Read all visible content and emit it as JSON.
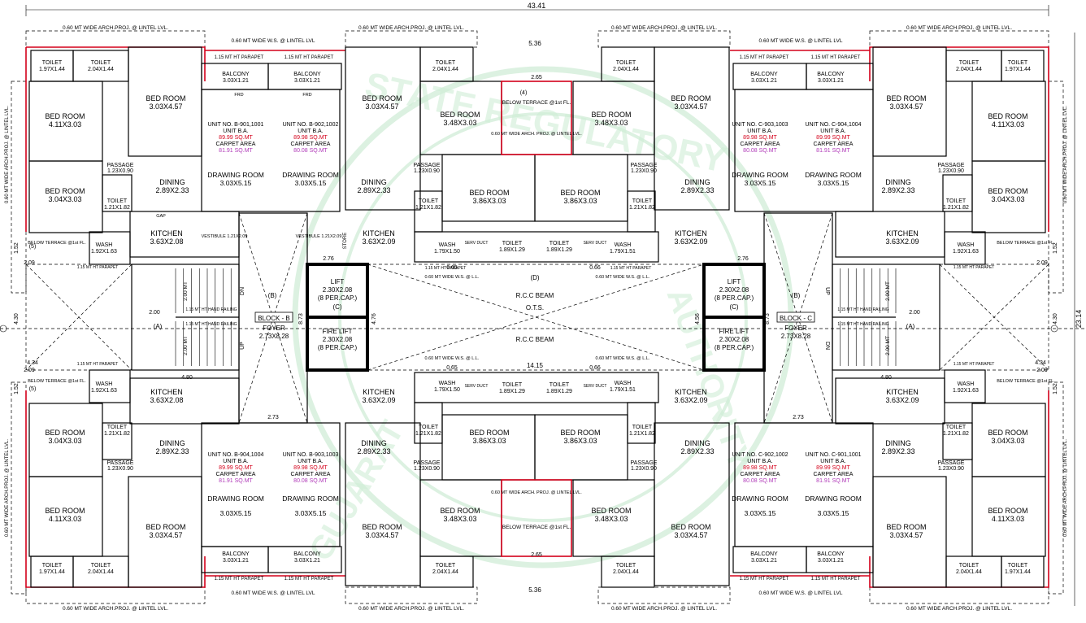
{
  "colors": {
    "wall": "#000000",
    "red_line": "#d4001a",
    "carpet_area": "#d4001a",
    "magenta_area": "#b03ab8",
    "watermark": "#bfe6c8"
  },
  "dimensions": {
    "overall_width": "43.41",
    "overall_depth": "23.14",
    "passage_dim": "5.36",
    "terrace_dim": "2.65",
    "core_width": "14.15",
    "stair_w": "2.00",
    "stair_h": "4.80",
    "stair_v": "4.30",
    "lobby_w": "8.73",
    "lift_h": "4.76",
    "lift_h2": "4.56",
    "small_dim": "2.76",
    "foyer_dim": "2.73",
    "side_dim": "2.09",
    "side_dim2": "4.34",
    "side_dim3": "1.52",
    "ots_dim": "0.65",
    "ots_dim2": "0.66",
    "stair_run": "2.00 MT"
  },
  "notes": {
    "arch_proj": "0.60 MT WIDE ARCH.PROJ. @ LINTEL LVL.",
    "ws_lintel": "0.60 MT WIDE W.S. @ LINTEL LVL",
    "parapet": "1.15 MT HT PARAPET",
    "hand_railing": "1.15 MT HT HAND RAILING",
    "below_terrace": "BELOW TERRACE @1st FL.",
    "arch_center": "0.60 MT WIDE ARCH. PROJ. @ LINTEL LVL.",
    "side_arch": "0.60 MT WIDE ARCH.PROJ. @ LINTEL LVL.",
    "ws_ll": "0.60 MT WIDE W.S. @ L.L.",
    "frd": "FRD",
    "gap": "GAP",
    "store": "STORE",
    "vestibule": "VESTIBULE 1.21X2.09",
    "up": "UP",
    "dn": "DN",
    "label_a": "(A)",
    "label_b": "(B)",
    "label_c": "(C)",
    "label_d": "(D)",
    "label_4": "(4)",
    "label_5": "(5)",
    "beam": "R.C.C BEAM",
    "ots": "O.T.S."
  },
  "core": {
    "lift": "LIFT",
    "lift_size": "2.30X2.08",
    "lift_cap": "(8 PER.CAP.)",
    "fire_lift": "FIRE LIFT",
    "block_b": "BLOCK - B",
    "block_c": "BLOCK - C",
    "foyer": "FOYER",
    "foyer_size": "2.73X8.28"
  },
  "rooms": {
    "toilet": "TOILET",
    "t197": "1.97X1.44",
    "t204": "2.04X1.44",
    "t121": "1.21X1.82",
    "bed": "BED ROOM",
    "b411": "4.11X3.03",
    "b303": "3.03X4.57",
    "b304": "3.04X3.03",
    "b348": "3.48X3.03",
    "b386": "3.86X3.03",
    "balcony": "BALCONY",
    "bal": "3.03X1.21",
    "passage": "PASSAGE",
    "pas": "1.23X0.90",
    "dining": "DINING",
    "din": "2.89X2.33",
    "kitchen": "KITCHEN",
    "k208": "3.63X2.08",
    "k209": "3.63X2.09",
    "drawing": "DRAWING ROOM",
    "draw": "3.03X5.15",
    "wash": "WASH",
    "wash1": "1.92X1.63",
    "wash2": "1.79X1.50",
    "wash3": "1.79X1.51",
    "toilet_c": "1.89X1.29",
    "duct": "SERV DUCT"
  },
  "units": [
    {
      "no": "UNIT NO. B-901,1001",
      "type": "UNIT B.A.",
      "area1": "89.99 SQ.MT",
      "carpet": "CARPET AREA",
      "area2": "81.91 SQ.MT"
    },
    {
      "no": "UNIT NO. B-902,1002",
      "type": "UNIT B.A.",
      "area1": "89.98 SQ.MT",
      "carpet": "CARPET AREA",
      "area2": "80.08 SQ.MT"
    },
    {
      "no": "UNIT NO. C-903,1003",
      "type": "UNIT B.A.",
      "area1": "89.98 SQ.MT",
      "carpet": "CARPET AREA",
      "area2": "80.08 SQ.MT"
    },
    {
      "no": "UNIT NO. C-904,1004",
      "type": "UNIT B.A.",
      "area1": "89.99 SQ.MT",
      "carpet": "CARPET AREA",
      "area2": "81.91 SQ.MT"
    },
    {
      "no": "UNIT NO. B-904,1004",
      "type": "UNIT B.A.",
      "area1": "89.99 SQ.MT",
      "carpet": "CARPET AREA",
      "area2": "81.91 SQ.MT"
    },
    {
      "no": "UNIT NO. B-903,1003",
      "type": "UNIT B.A.",
      "area1": "89.98 SQ.MT",
      "carpet": "CARPET AREA",
      "area2": "80.08 SQ.MT"
    },
    {
      "no": "UNIT NO. C-902,1002",
      "type": "UNIT B.A.",
      "area1": "89.98 SQ.MT",
      "carpet": "CARPET AREA",
      "area2": "80.08 SQ.MT"
    },
    {
      "no": "UNIT NO. C-901,1001",
      "type": "UNIT B.A.",
      "area1": "89.99 SQ.MT",
      "carpet": "CARPET AREA",
      "area2": "81.91 SQ.MT"
    }
  ],
  "watermark": {
    "top": "STATE REGULATORY",
    "side": "AUTHORITY",
    "bottom": "GUJARAT"
  }
}
